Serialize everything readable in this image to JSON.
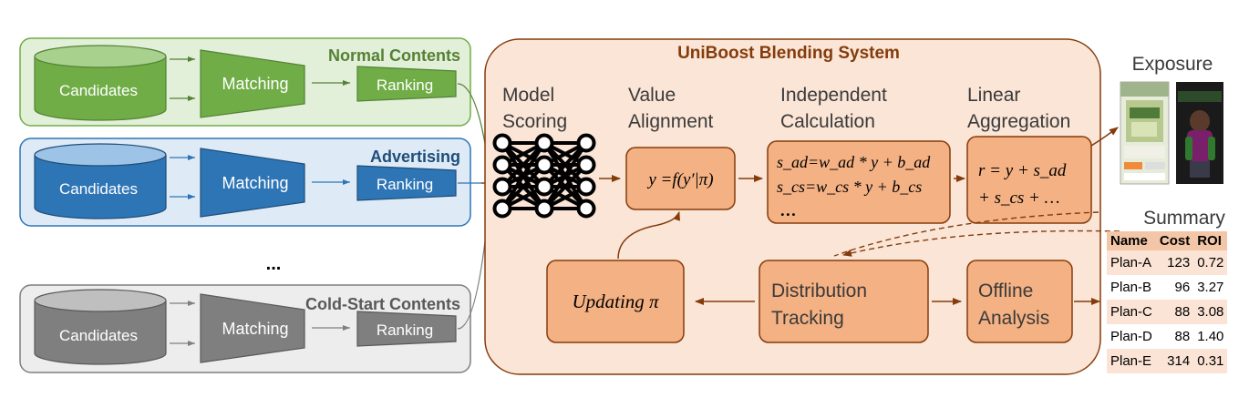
{
  "pipelines": [
    {
      "id": "normal",
      "title": "Normal Contents",
      "candidates": "Candidates",
      "matching": "Matching",
      "ranking": "Ranking"
    },
    {
      "id": "ads",
      "title": "Advertising",
      "candidates": "Candidates",
      "matching": "Matching",
      "ranking": "Ranking"
    },
    {
      "id": "cold",
      "title": "Cold-Start Contents",
      "candidates": "Candidates",
      "matching": "Matching",
      "ranking": "Ranking"
    }
  ],
  "ellipsis": "...",
  "system": {
    "title": "UniBoost Blending System",
    "stage_model_scoring": [
      "Model",
      "Scoring"
    ],
    "stage_value_alignment": [
      "Value",
      "Alignment"
    ],
    "stage_independent_calc": [
      "Independent",
      "Calculation"
    ],
    "stage_linear_agg": [
      "Linear",
      "Aggregation"
    ],
    "formula_value_alignment": "y =f(y′|π)",
    "formula_independent": [
      "s_ad=w_ad * y + b_ad",
      "s_cs=w_cs * y + b_cs",
      "…"
    ],
    "formula_aggregation": [
      "r = y + s_ad",
      "+ s_cs + …"
    ],
    "box_updating": "Updating π",
    "box_distribution": [
      "Distribution",
      "Tracking"
    ],
    "box_offline": [
      "Offline",
      "Analysis"
    ]
  },
  "exposure": {
    "title": "Exposure"
  },
  "summary": {
    "title": "Summary",
    "columns": [
      "Name",
      "Cost",
      "ROI"
    ],
    "rows": [
      [
        "Plan-A",
        "123",
        "0.72"
      ],
      [
        "Plan-B",
        "96",
        "3.27"
      ],
      [
        "Plan-C",
        "88",
        "3.08"
      ],
      [
        "Plan-D",
        "88",
        "1.40"
      ],
      [
        "Plan-E",
        "314",
        "0.31"
      ]
    ]
  },
  "colors": {
    "normal_fill": "#70ad47",
    "normal_bg": "#e2efd9",
    "normal_stroke": "#548235",
    "ads_fill": "#2e75b6",
    "ads_bg": "#deebf7",
    "ads_stroke": "#1f4e79",
    "cold_fill": "#7f7f7f",
    "cold_bg": "#ededed",
    "cold_stroke": "#595959",
    "system_bg": "#fbe5d6",
    "system_stroke": "#843c0c",
    "box_fill": "#f4b183",
    "title_text": "#843c0c",
    "arrow": "#843c0c"
  }
}
